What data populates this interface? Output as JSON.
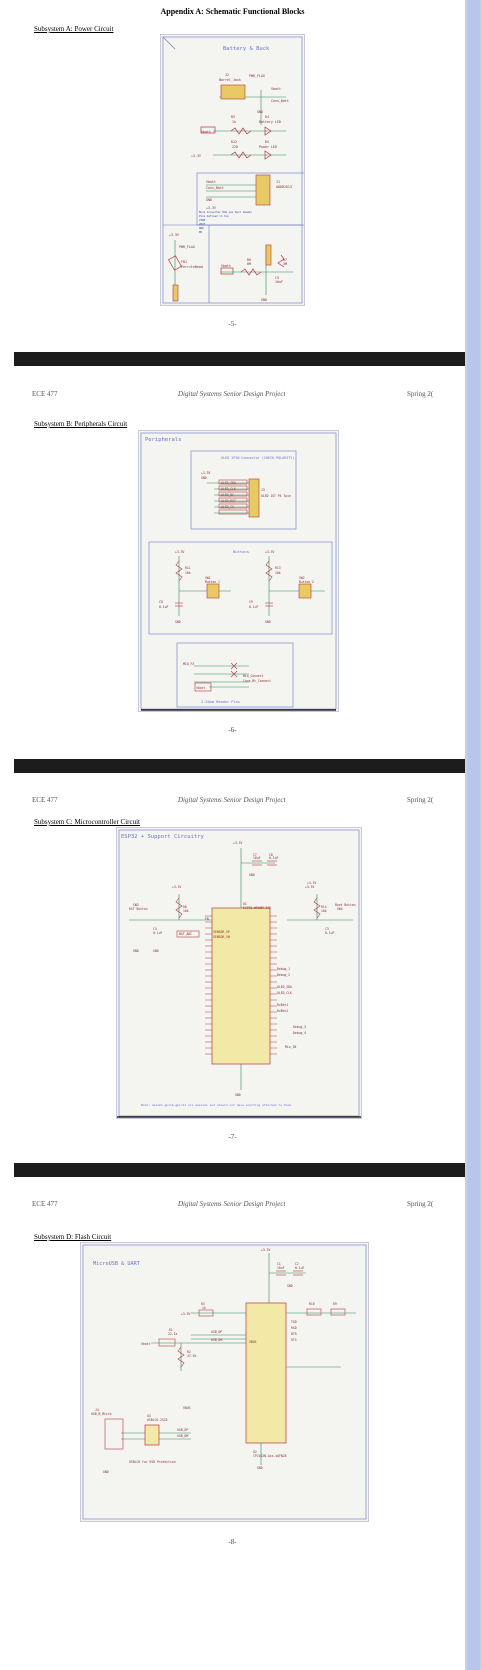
{
  "doc": {
    "title": "Appendix A:  Schematic Functional Blocks",
    "header": {
      "left": "ECE 477",
      "middle": "Digital Systems Senior Design Project",
      "right": "Spring 2("
    },
    "colors": {
      "schematic_blue": "#6a74c8",
      "wire_green": "#2e8b57",
      "part_red": "#b33a3a",
      "divider": "#1c1c1c"
    }
  },
  "pages": [
    {
      "subtitle": "Subsystem A: Power Circuit",
      "number": "-5-",
      "schematic": {
        "title": "Battery & Buck",
        "labels": [
          "J2",
          "Barrel_Jack",
          "PWR_FLAG",
          "Vbatt",
          "Cons_Batt",
          "GND",
          "R5",
          "1k",
          "D4",
          "Battery LED",
          "R12",
          "220",
          "D5",
          "Power LED",
          "+3.3V",
          "Vbatt",
          "J1",
          "ADDR2013",
          "+3.3V",
          "GND",
          "Vbatt",
          "Cons_Batt",
          "Buck Converter HAS own 5pin header",
          "Pins defined in top",
          "VINP",
          "VOUT",
          "GND",
          "EN",
          "+3.3V",
          "PWR_FLAG",
          "FB1",
          "FerriteBead",
          "R6",
          "8M",
          "R7",
          "3M",
          "C5",
          "10uF",
          "Vbatt",
          "GND"
        ]
      }
    },
    {
      "subtitle": "Subsystem B: Peripherals Circuit",
      "number": "-6-",
      "schematic": {
        "title": "Peripherals",
        "display_title": "OLED 2PIN Connector (CHECK POLARITY)",
        "display_labels": [
          "+3.3V",
          "GND",
          "OLED_SDA",
          "OLED_CLK",
          "OLED_DC",
          "OLED_RST",
          "OLED_CS",
          "J3",
          "OLED 1ST P4 7pin"
        ],
        "buttons_title": "Buttons",
        "button_labels": [
          "+3.3V",
          "R11",
          "10k",
          "SW1",
          "Button 1",
          "C8",
          "0.1uF",
          "GND",
          "+3.3V",
          "R13",
          "10k",
          "SW2",
          "Button 2",
          "C9",
          "0.1uF",
          "GND"
        ],
        "header_labels": [
          "MIO_FX",
          "Vbatt",
          "Mio_Connect",
          "Cons_Bt_Connect",
          "2.54mm Header Pins"
        ]
      }
    },
    {
      "subtitle": "Subsystem C: Microcontroller Circuit",
      "number": "-7-",
      "schematic": {
        "title": "ESP32 + Support Circuitry",
        "labels": [
          "+3.3V",
          "C7",
          "10uF",
          "C8",
          "0.1uF",
          "GND",
          "+3.3V",
          "+3.3V",
          "U1",
          "ESP32-WROOM-32E",
          "R8",
          "10k",
          "RST Button",
          "SW3",
          "C4",
          "0.1uF",
          "BAT_ADC",
          "SENSOR_VP",
          "SENSOR_VN",
          "EN",
          "+3.3V",
          "R14",
          "10k",
          "Boot Button",
          "SW4",
          "C3",
          "0.1uF",
          "GND",
          "GND",
          "Debug_1",
          "Debug_2",
          "OLED_SDA",
          "OLED_CLK",
          "RxBtn1",
          "RxBtn2",
          "Debug_3",
          "Debug_4",
          "Mio_IN",
          "GND"
        ],
        "note": "Note: assume gpio6-gpio11 are special and should not have anything attached to them"
      }
    },
    {
      "subtitle": "Subsystem D: Flash Circuit",
      "number": "-8-",
      "schematic": {
        "title": "MicroUSB & UART",
        "labels": [
          "+3.3V",
          "C1",
          "10uF",
          "C2",
          "0.1uF",
          "GND",
          "R10",
          "R9",
          "+3.3V",
          "R3",
          "1k",
          "Vbatt",
          "R1",
          "22.1k",
          "R2",
          "47.5k",
          "USB_DP",
          "USB_DM",
          "VBUS",
          "U2",
          "CP2102N-Axx-xQFN28",
          "GND",
          "J4",
          "USB_B_Micro",
          "U3",
          "USBLC6-2SC6",
          "USB_DP",
          "USB_DM",
          "USBLC6 for ESD Protection",
          "VBUS",
          "GND",
          "TXD",
          "RXD",
          "DTR",
          "RTS"
        ]
      }
    }
  ]
}
